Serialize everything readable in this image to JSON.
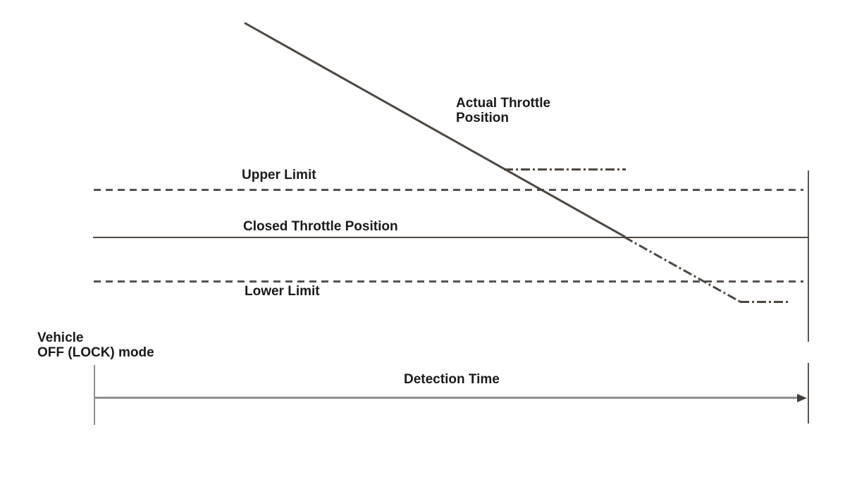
{
  "diagram": {
    "type": "throttle-position-vs-time-diagram",
    "labels": {
      "actual_throttle_line1": "Actual Throttle",
      "actual_throttle_line2": "Position",
      "upper_limit": "Upper Limit",
      "closed_throttle": "Closed Throttle Position",
      "lower_limit": "Lower Limit",
      "vehicle_mode_line1": "Vehicle",
      "vehicle_mode_line2": "OFF (LOCK) mode",
      "detection_time": "Detection Time"
    },
    "colors": {
      "background": "#ffffff",
      "text": "#1a1a1a",
      "diagram_line": "#4d4742",
      "axis_gray": "#8f8f8f"
    },
    "lines": [
      {
        "name": "actual-throttle-trace",
        "style": "solid diagonal, becomes dash-dot after crossing Closed Throttle Position, then levels off horizontally below Lower Limit"
      },
      {
        "name": "upper-limit-line",
        "style": "dashed horizontal"
      },
      {
        "name": "closed-throttle-position-line",
        "style": "solid horizontal"
      },
      {
        "name": "lower-limit-line",
        "style": "dashed horizontal"
      },
      {
        "name": "upper-dash-dot-segment",
        "style": "dash-dot horizontal above Upper Limit"
      },
      {
        "name": "detection-time-axis",
        "style": "gray horizontal arrow between start tick (Vehicle OFF) and right boundary"
      },
      {
        "name": "right-boundary",
        "style": "vertical line with gap above time axis"
      }
    ]
  }
}
